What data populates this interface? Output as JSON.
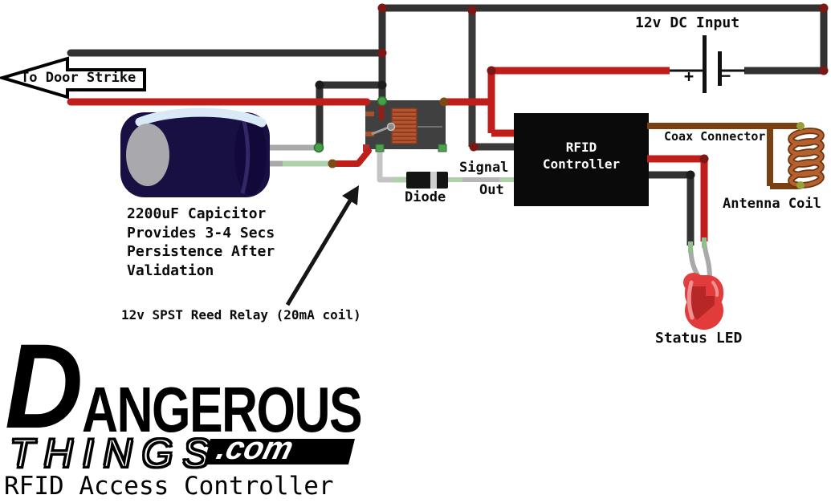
{
  "diagram": {
    "labels": {
      "dc_input": "12v DC Input",
      "battery_plus": "+",
      "battery_minus": "−",
      "door_strike": "To Door Strike",
      "capacitor_note": [
        "2200uF Capicitor",
        "Provides 3-4 Secs",
        "Persistence After",
        "Validation"
      ],
      "relay_note": "12v SPST Reed Relay (20mA coil)",
      "diode": "Diode",
      "signal": "Signal",
      "signal_out": "Out",
      "rfid_line1": "RFID",
      "rfid_line2": "Controller",
      "coax_connector": "Coax Connector",
      "antenna_coil": "Antenna Coil",
      "status_led": "Status LED"
    },
    "colors": {
      "wire_positive_red": "#bf1e1a",
      "wire_ground_black": "#323232",
      "wire_component_lead": "#a9a9a9",
      "wire_coax_brown": "#7b4012",
      "junction_green": "#46a049",
      "junction_brown": "#7b4b16",
      "capacitor_body": "#181043",
      "led_red": "#e23b3b",
      "coil_copper": "#b4612e",
      "background": "#ffffff"
    }
  },
  "logo": {
    "brand_initial": "D",
    "brand_rest": "ANGEROUS",
    "brand_second": "THINGS",
    "brand_domain": ".com",
    "subtitle": "RFID Access Controller"
  }
}
